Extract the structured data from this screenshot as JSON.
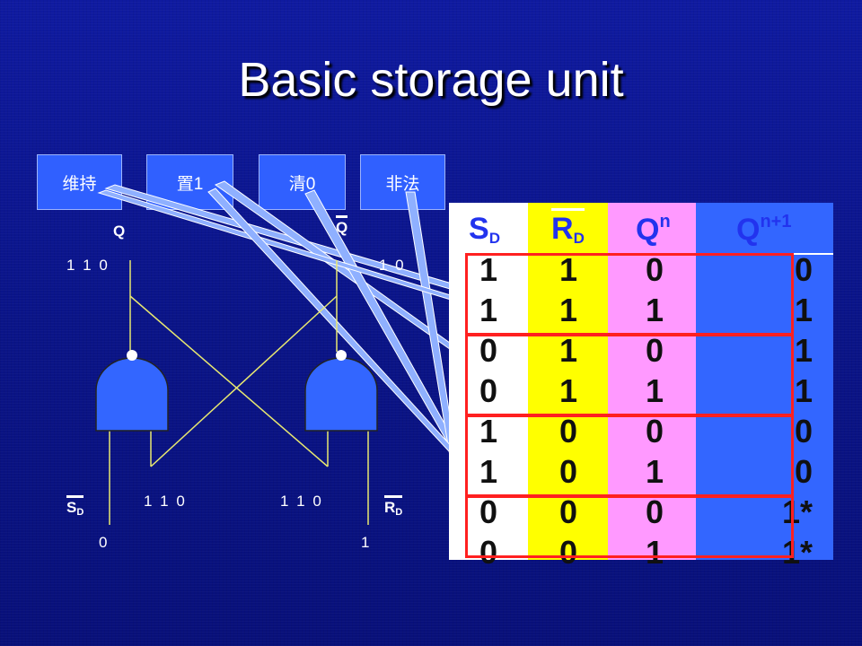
{
  "title": "Basic storage unit",
  "callouts": [
    "维持",
    "置1",
    "清0",
    "非法"
  ],
  "circuit": {
    "q_label": "Q",
    "q_bar_label": "Q",
    "q_values": "1  1  0",
    "q_bar_values": "1  0",
    "sd_label": "S",
    "sd_sub": "D",
    "rd_label": "R",
    "rd_sub": "D",
    "gate1_input_values": "1  1  0",
    "gate2_input_values": "1  1  0",
    "sd_value": "0",
    "rd_value": "1"
  },
  "truth_table": {
    "headers": [
      {
        "main": "S",
        "sub": "D",
        "bar": true
      },
      {
        "main": "R",
        "sub": "D",
        "bar": true
      },
      {
        "main": "Q",
        "sup": "n"
      },
      {
        "main": "Q",
        "sup": "n+1"
      }
    ],
    "rows": [
      [
        "1",
        "1",
        "0",
        "0"
      ],
      [
        "1",
        "1",
        "1",
        "1"
      ],
      [
        "0",
        "1",
        "0",
        "1"
      ],
      [
        "0",
        "1",
        "1",
        "1"
      ],
      [
        "1",
        "0",
        "0",
        "0"
      ],
      [
        "1",
        "0",
        "1",
        "0"
      ],
      [
        "0",
        "0",
        "0",
        "1*"
      ],
      [
        "0",
        "0",
        "1",
        "1*"
      ]
    ]
  },
  "colors": {
    "background": "#0c1490",
    "callout": "#3060ff",
    "col_sd": "#ffffff",
    "col_rd": "#ffff00",
    "col_qn": "#ff99ff",
    "col_qn1": "#3366ff",
    "highlight": "#ff2020",
    "gate": "#3366ff",
    "wire": "#e8e870"
  }
}
